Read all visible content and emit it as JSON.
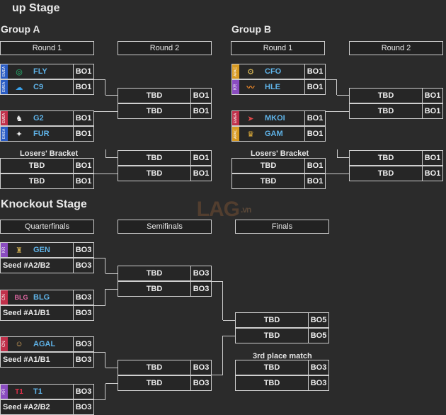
{
  "titles": {
    "group_stage": "up Stage",
    "group_a": "Group A",
    "group_b": "Group B",
    "knockout": "Knockout Stage",
    "losers": "Losers' Bracket",
    "third": "3rd place match"
  },
  "headers": {
    "round1": "Round 1",
    "round2": "Round 2",
    "quarterfinals": "Quarterfinals",
    "semifinals": "Semifinals",
    "finals": "Finals"
  },
  "watermark": {
    "main": "LAG",
    "suffix": ".vn"
  },
  "tbd": "TBD",
  "bo1": "BO1",
  "bo3": "BO3",
  "bo5": "BO5",
  "groupA": {
    "m1": [
      {
        "region": "EMEA",
        "team": "FLY",
        "color": "#2a5cc4"
      },
      {
        "region": "EMEA",
        "team": "C9",
        "color": "#2a5cc4"
      }
    ],
    "m2": [
      {
        "region": "EMEA",
        "team": "G2",
        "color": "#c0304a"
      },
      {
        "region": "EMEA",
        "team": "FUR",
        "color": "#2a5cc4"
      }
    ]
  },
  "groupB": {
    "m1": [
      {
        "region": "APAC",
        "team": "CFO",
        "color": "#d79a22"
      },
      {
        "region": "KR",
        "team": "HLE",
        "color": "#8a4cc0"
      }
    ],
    "m2": [
      {
        "region": "EMEA",
        "team": "MKOI",
        "color": "#c0304a"
      },
      {
        "region": "APAC",
        "team": "GAM",
        "color": "#d79a22"
      }
    ]
  },
  "knockout": {
    "qf1": [
      {
        "region": "KR",
        "team": "GEN",
        "color": "#8a4cc0"
      },
      {
        "seed": "Seed #A2/B2"
      }
    ],
    "qf2": [
      {
        "region": "CN",
        "team": "BLG",
        "color": "#c0304a"
      },
      {
        "seed": "Seed #A1/B1"
      }
    ],
    "qf3": [
      {
        "region": "CN",
        "team": "AGAL",
        "color": "#c0304a"
      },
      {
        "seed": "Seed #A1/B1"
      }
    ],
    "qf4": [
      {
        "region": "KR",
        "team": "T1",
        "color": "#8a4cc0"
      },
      {
        "seed": "Seed #A2/B2"
      }
    ]
  }
}
